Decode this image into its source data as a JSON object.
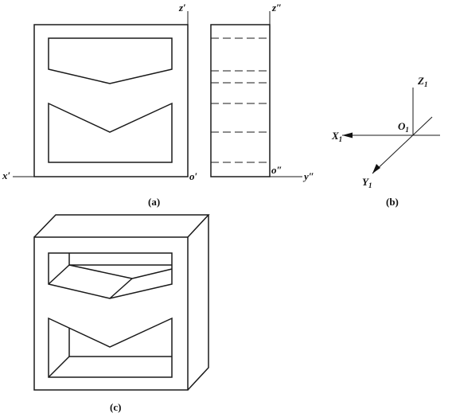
{
  "labels": {
    "z_prime": "z′",
    "x_prime": "x′",
    "o_prime": "o′",
    "z_dprime": "z″",
    "o_dprime": "o″",
    "y_dprime": "y″",
    "Z1": "Z",
    "Z1_sub": "1",
    "X1": "X",
    "X1_sub": "1",
    "Y1": "Y",
    "Y1_sub": "1",
    "O1": "O",
    "O1_sub": "1"
  },
  "captions": {
    "a": "(a)",
    "b": "(b)",
    "c": "(c)"
  }
}
